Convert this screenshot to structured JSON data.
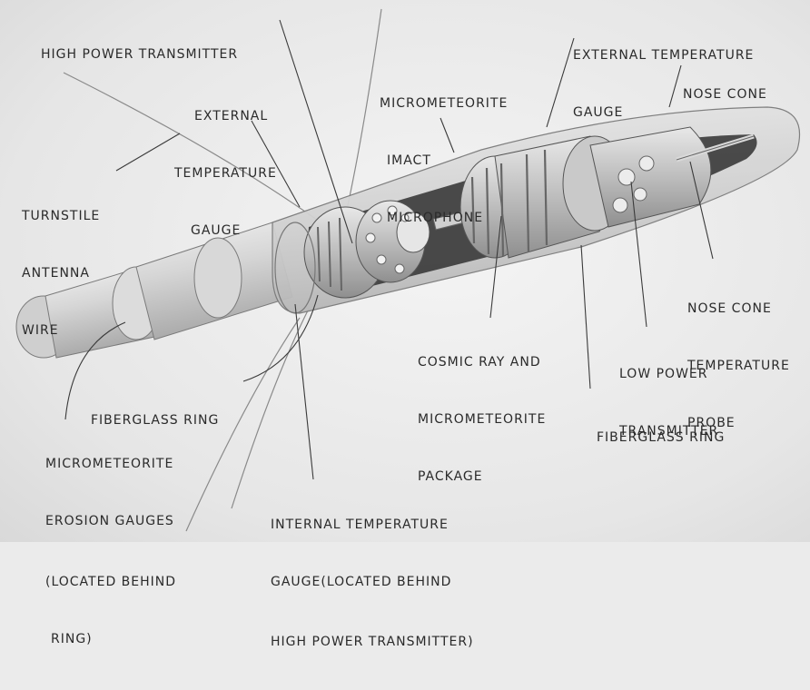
{
  "labels": {
    "high_power_transmitter": [
      "HIGH POWER TRANSMITTER"
    ],
    "external_temp_gauge_top": [
      "EXTERNAL TEMPERATURE",
      "GAUGE"
    ],
    "nose_cone": [
      "NOSE CONE"
    ],
    "external_temp_gauge_left": [
      "EXTERNAL",
      "TEMPERATURE",
      "GAUGE"
    ],
    "micrometeorite_microphone": [
      "MICROMETEORITE",
      "IMACT",
      "MICROPHONE"
    ],
    "turnstile_antenna": [
      "TURNSTILE",
      "ANTENNA",
      "WIRE"
    ],
    "nose_cone_temp_probe": [
      "NOSE CONE",
      "TEMPERATURE",
      "PROBE"
    ],
    "cosmic_ray_package": [
      "COSMIC RAY AND",
      "MICROMETEORITE",
      "PACKAGE"
    ],
    "low_power_transmitter": [
      "LOW POWER",
      "TRANSMITTER"
    ],
    "fiberglass_ring_left": [
      "FIBERGLASS RING"
    ],
    "fiberglass_ring_right": [
      "FIBERGLASS RING"
    ],
    "erosion_gauges": [
      "MICROMETEORITE",
      "EROSION GAUGES",
      "(LOCATED BEHIND",
      "RING)"
    ],
    "internal_temp_gauge": [
      "INTERNAL TEMPERATURE",
      "GAUGE(LOCATED BEHIND",
      "HIGH POWER TRANSMITTER)"
    ]
  },
  "colors": {
    "ink": "#2a2a2a",
    "paper": "#ebebeb",
    "shell": "#d0d0d0",
    "dark_interior": "#3a3a3a"
  }
}
